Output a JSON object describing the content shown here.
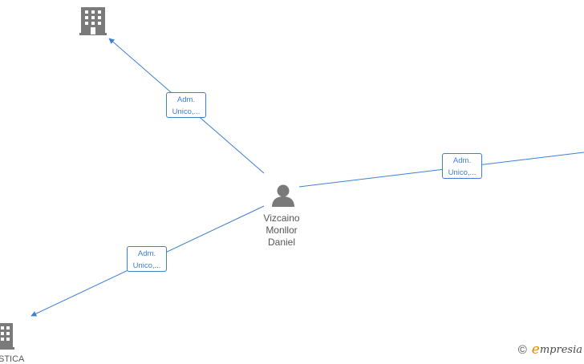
{
  "graph": {
    "center_person": {
      "name_lines": [
        "Vizcaino",
        "Monllor",
        "Daniel"
      ],
      "icon": "person-icon"
    },
    "companies": [
      {
        "icon": "building-icon",
        "label": ""
      },
      {
        "icon": "building-icon",
        "label": "STICA"
      }
    ],
    "edges": [
      {
        "label_lines": [
          "Adm.",
          "Unico,..."
        ],
        "target": "company-top"
      },
      {
        "label_lines": [
          "Adm.",
          "Unico,..."
        ],
        "target": "offscreen-right"
      },
      {
        "label_lines": [
          "Adm.",
          "Unico,..."
        ],
        "target": "company-bottom-left"
      }
    ],
    "colors": {
      "edge": "#3d7fd4",
      "icon": "#7a7a7a",
      "text": "#555555",
      "brand_accent": "#e68a00"
    }
  },
  "footer": {
    "copyright_symbol": "©",
    "brand_initial": "e",
    "brand_rest": "mpresia"
  }
}
